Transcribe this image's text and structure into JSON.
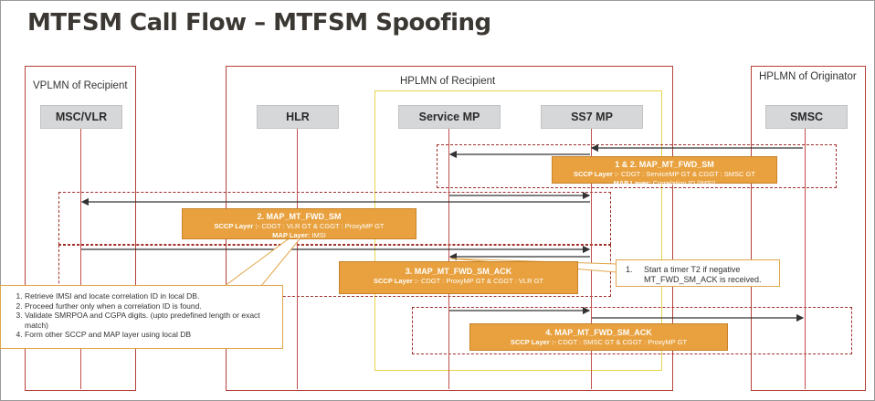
{
  "title": "MTFSM Call Flow – MTFSM Spoofing",
  "regions": {
    "vplmn": "VPLMN of Recipient",
    "hplmn": "HPLMN of Recipient",
    "originator": "HPLMN of Originator"
  },
  "entities": {
    "msc_vlr": "MSC/VLR",
    "hlr": "HLR",
    "service_mp": "Service MP",
    "ss7_mp": "SS7 MP",
    "smsc": "SMSC"
  },
  "messages": [
    {
      "title": "1 & 2. MAP_MT_FWD_SM",
      "line1_label": "SCCP Layer :",
      "line1_text": "- CDGT : ServiceMP GT &  CGGT : SMSC GT",
      "line2_label": "MAP Layer:",
      "line2_text": " Correlation ID (IMSI)"
    },
    {
      "title": "2. MAP_MT_FWD_SM",
      "line1_label": "SCCP Layer :",
      "line1_text": "- CDGT : VLR GT & CGGT : ProxyMP GT",
      "line2_label": "MAP Layer:",
      "line2_text": " IMSI"
    },
    {
      "title": "3. MAP_MT_FWD_SM_ACK",
      "line1_label": "SCCP Layer :",
      "line1_text": "- CDGT : ProxyMP GT & CGGT : VLR GT"
    },
    {
      "title": "4. MAP_MT_FWD_SM_ACK",
      "line1_label": "SCCP Layer :",
      "line1_text": "- CDGT : SMSC GT & CGGT : ProxyMP GT"
    }
  ],
  "timer_note": {
    "number": "1.",
    "text": "Start a timer T2 if negative MT_FWD_SM_ACK is received."
  },
  "steps": [
    "Retrieve IMSI and locate correlation ID in local DB.",
    "Proceed further only when a correlation ID is found.",
    "Validate SMRPOA and CGPA digits. (upto predefined length or exact match)",
    "Form other SCCP and MAP layer using local DB"
  ]
}
